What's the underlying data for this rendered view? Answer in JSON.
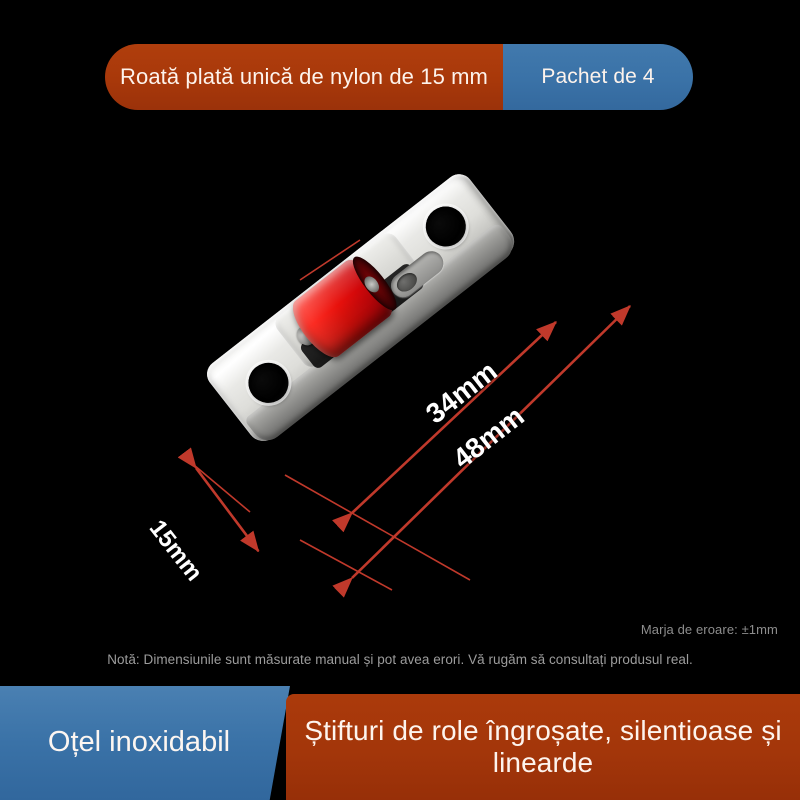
{
  "product": {
    "name": "Roată plată unică de nylon de 15 mm",
    "roller_color": "#e8110c",
    "bracket_color": "#dedede"
  },
  "top_banner": {
    "left_label": "Roată plată unică de nylon de 15 mm",
    "right_label": "Pachet de 4",
    "left_color": "#a8380a",
    "right_color": "#3a72a7"
  },
  "dimensions": {
    "length_outer": "48mm",
    "length_inner": "34mm",
    "width": "15mm",
    "line_color": "#c0392b",
    "label_color": "#ffffff"
  },
  "notes": {
    "error_margin": "Marja de eroare: ±1mm",
    "disclaimer": "Notă: Dimensiunile sunt măsurate manual și pot avea erori. Vă rugăm să consultați produsul real."
  },
  "bottom_banner": {
    "left_label": "Oțel inoxidabil",
    "right_label": "Știfturi de role îngroșate, silentioase și linearde",
    "left_color": "#3a72a7",
    "right_color": "#a3360a"
  }
}
